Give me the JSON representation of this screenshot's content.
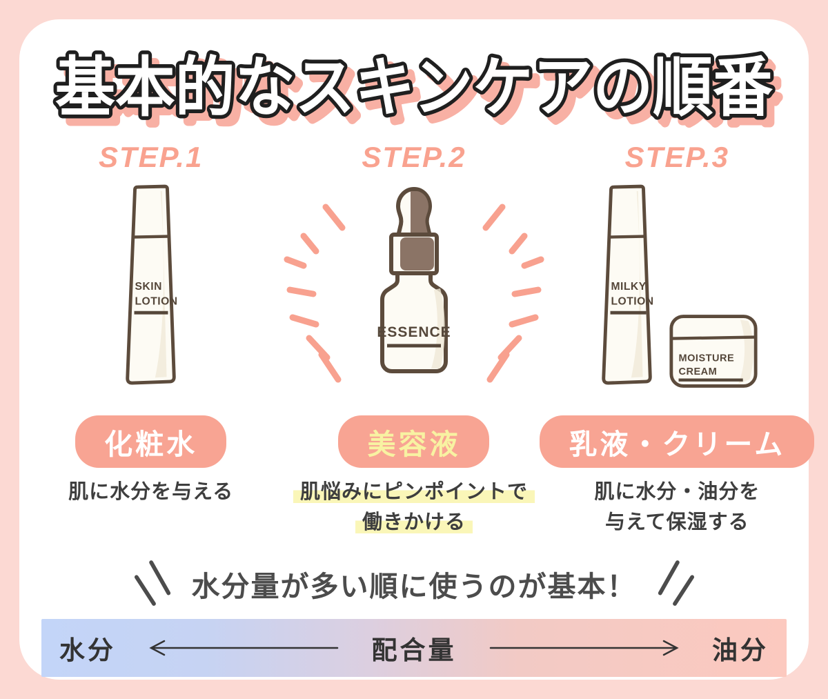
{
  "title": "基本的なスキンケアの順番",
  "colors": {
    "background": "#fcd9d3",
    "card": "#ffffff",
    "title_fill": "#ffffff",
    "title_outline": "#1f1f1f",
    "title_shadow": "#f8b0a4",
    "step_label": "#f9a28f",
    "pill_background": "#f8a493",
    "pill_text_white": "#ffffff",
    "pill_text_yellow": "#f8f2a2",
    "highlight_yellow": "#faf6b8",
    "illustration_outline": "#5c4b3c",
    "illustration_fill": "#fdfbf4",
    "illustration_shading": "#efe8d7",
    "dropper_brown": "#8b7466",
    "rays_pink": "#f8a18f",
    "body_text": "#3e3e3e",
    "headline_text": "#4c4c4c",
    "bar_blue": "#c3d5f8",
    "bar_pink": "#fcc9bf",
    "bar_text": "#333333"
  },
  "steps": [
    {
      "label": "STEP.1",
      "product_lines": [
        "SKIN",
        "LOTION"
      ],
      "pill": "化粧水",
      "desc_lines": [
        "肌に水分を与える"
      ]
    },
    {
      "label": "STEP.2",
      "product_lines": [
        "ESSENCE"
      ],
      "pill": "美容液",
      "desc_lines": [
        "肌悩みにピンポイントで",
        "働きかける"
      ]
    },
    {
      "label": "STEP.3",
      "bottle_lines": [
        "MILKY",
        "LOTION"
      ],
      "jar_lines": [
        "MOISTURE",
        "CREAM"
      ],
      "pill": "乳液・クリーム",
      "desc_lines": [
        "肌に水分・油分を",
        "与えて保湿する"
      ]
    }
  ],
  "footer": {
    "headline": "水分量が多い順に使うのが基本！",
    "bar": {
      "left": "水分",
      "center": "配合量",
      "right": "油分"
    }
  }
}
